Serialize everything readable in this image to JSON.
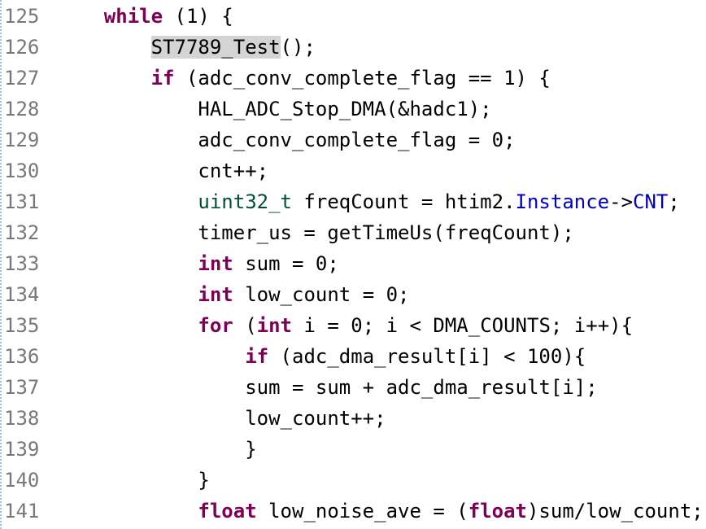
{
  "colors": {
    "keyword": "#7f0055",
    "type": "#005032",
    "field": "#0000c0",
    "line_number": "#787878",
    "highlight": "#d4d4d4"
  },
  "lines": [
    {
      "n": "125",
      "tokens": [
        {
          "t": "    "
        },
        {
          "t": "while",
          "k": "kw"
        },
        {
          "t": " (1) {"
        }
      ]
    },
    {
      "n": "126",
      "tokens": [
        {
          "t": "        "
        },
        {
          "t": "ST7789_Test",
          "k": "hl"
        },
        {
          "t": "();"
        }
      ]
    },
    {
      "n": "127",
      "tokens": [
        {
          "t": "        "
        },
        {
          "t": "if",
          "k": "kw"
        },
        {
          "t": " (adc_conv_complete_flag == 1) {"
        }
      ]
    },
    {
      "n": "128",
      "tokens": [
        {
          "t": "            HAL_ADC_Stop_DMA(&hadc1);"
        }
      ]
    },
    {
      "n": "129",
      "tokens": [
        {
          "t": "            adc_conv_complete_flag = 0;"
        }
      ]
    },
    {
      "n": "130",
      "tokens": [
        {
          "t": "            cnt++;"
        }
      ]
    },
    {
      "n": "131",
      "tokens": [
        {
          "t": "            "
        },
        {
          "t": "uint32_t",
          "k": "type"
        },
        {
          "t": " freqCount = htim2."
        },
        {
          "t": "Instance",
          "k": "field"
        },
        {
          "t": "->"
        },
        {
          "t": "CNT",
          "k": "field"
        },
        {
          "t": ";"
        }
      ]
    },
    {
      "n": "132",
      "tokens": [
        {
          "t": "            timer_us = getTimeUs(freqCount);"
        }
      ]
    },
    {
      "n": "133",
      "tokens": [
        {
          "t": "            "
        },
        {
          "t": "int",
          "k": "kw"
        },
        {
          "t": " sum = 0;"
        }
      ]
    },
    {
      "n": "134",
      "tokens": [
        {
          "t": "            "
        },
        {
          "t": "int",
          "k": "kw"
        },
        {
          "t": " low_count = 0;"
        }
      ]
    },
    {
      "n": "135",
      "tokens": [
        {
          "t": "            "
        },
        {
          "t": "for",
          "k": "kw"
        },
        {
          "t": " ("
        },
        {
          "t": "int",
          "k": "kw"
        },
        {
          "t": " i = 0; i < DMA_COUNTS; i++){"
        }
      ]
    },
    {
      "n": "136",
      "tokens": [
        {
          "t": "                "
        },
        {
          "t": "if",
          "k": "kw"
        },
        {
          "t": " (adc_dma_result[i] < 100){"
        }
      ]
    },
    {
      "n": "137",
      "tokens": [
        {
          "t": "                sum = sum + adc_dma_result[i];"
        }
      ]
    },
    {
      "n": "138",
      "tokens": [
        {
          "t": "                low_count++;"
        }
      ]
    },
    {
      "n": "139",
      "tokens": [
        {
          "t": "                }"
        }
      ]
    },
    {
      "n": "140",
      "tokens": [
        {
          "t": "            }"
        }
      ]
    },
    {
      "n": "141",
      "tokens": [
        {
          "t": "            "
        },
        {
          "t": "float",
          "k": "kw"
        },
        {
          "t": " low_noise_ave = ("
        },
        {
          "t": "float",
          "k": "kw"
        },
        {
          "t": ")sum/low_count;"
        }
      ]
    }
  ]
}
